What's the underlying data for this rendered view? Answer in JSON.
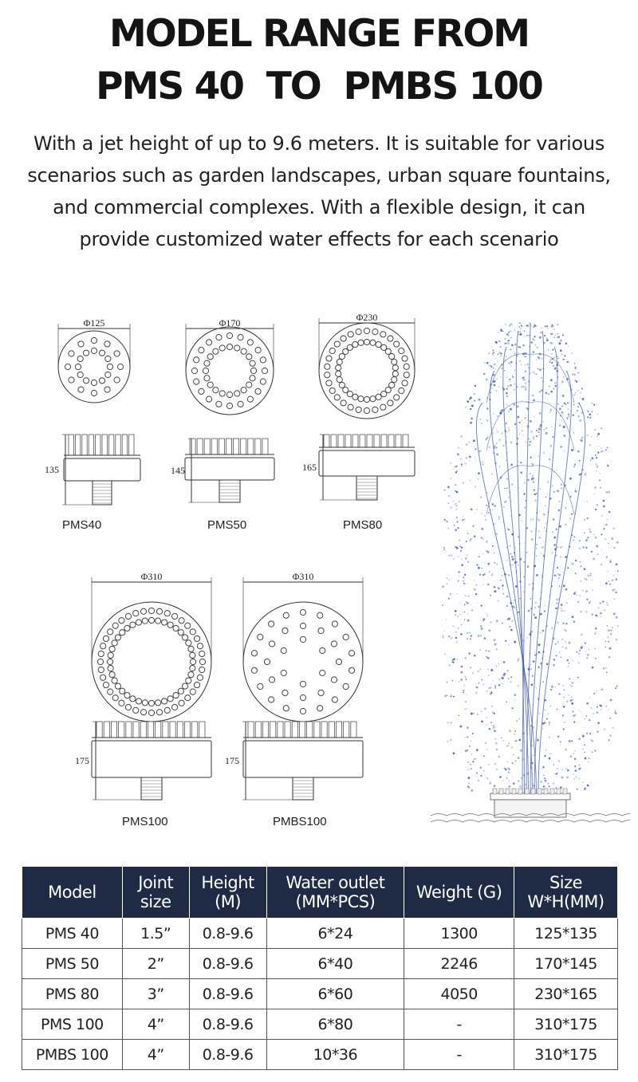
{
  "title": {
    "line1": "MODEL RANGE FROM",
    "line2": "PMS 40  TO  PMBS 100"
  },
  "description": "With a jet height of up to 9.6 meters. It is suitable for various scenarios such as garden landscapes, urban square fountains, and commercial complexes. With a flexible design, it can provide customized water effects for each scenario",
  "diagrams": [
    {
      "model": "PMS40",
      "diameter": "Φ125",
      "height": "135"
    },
    {
      "model": "PMS50",
      "diameter": "Φ170",
      "height": "145"
    },
    {
      "model": "PMS80",
      "diameter": "Φ230",
      "height": "165"
    },
    {
      "model": "PMS100",
      "diameter": "Φ310",
      "height": "175"
    },
    {
      "model": "PMBS100",
      "diameter": "Φ310",
      "height": "175"
    }
  ],
  "table": {
    "headers": [
      "Model",
      "Joint size",
      "Height (M)",
      "Water outlet (MM*PCS)",
      "Weight (G)",
      "Size W*H(MM)"
    ],
    "rows": [
      [
        "PMS 40",
        "1.5”",
        "0.8-9.6",
        "6*24",
        "1300",
        "125*135"
      ],
      [
        "PMS 50",
        "2”",
        "0.8-9.6",
        "6*40",
        "2246",
        "170*145"
      ],
      [
        "PMS 80",
        "3”",
        "0.8-9.6",
        "6*60",
        "4050",
        "230*165"
      ],
      [
        "PMS 100",
        "4”",
        "0.8-9.6",
        "6*80",
        "-",
        "310*175"
      ],
      [
        "PMBS 100",
        "4”",
        "0.8-9.6",
        "10*36",
        "-",
        "310*175"
      ]
    ]
  },
  "colors": {
    "header_bg": "#1f2a45",
    "water": "#3a54a8"
  }
}
